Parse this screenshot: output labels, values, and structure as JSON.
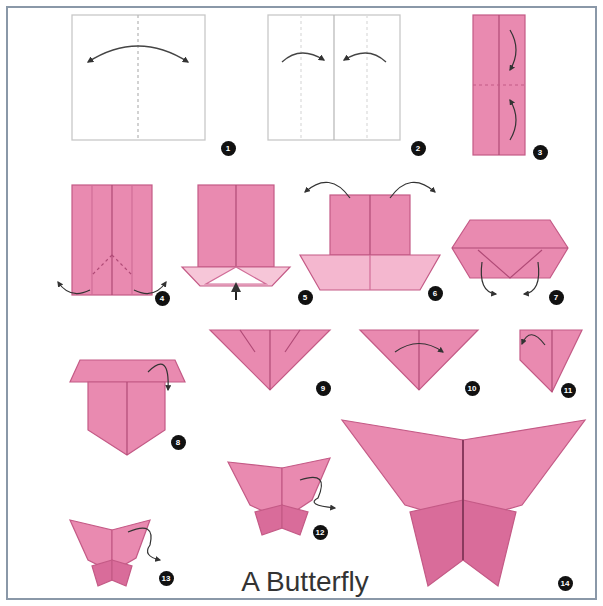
{
  "diagram": {
    "title": "A Butterfly",
    "labels": [
      "1",
      "2",
      "3",
      "4",
      "5",
      "6",
      "7",
      "8",
      "9",
      "10",
      "11",
      "12",
      "13",
      "14"
    ]
  }
}
